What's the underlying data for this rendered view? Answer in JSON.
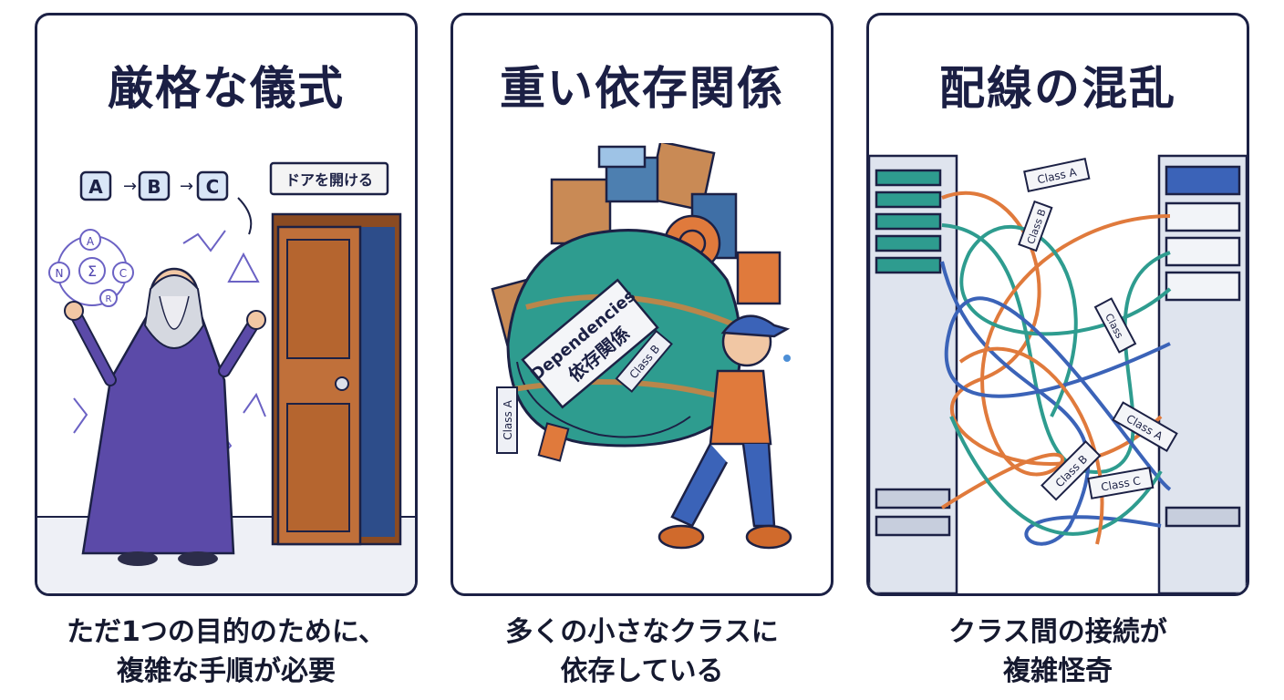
{
  "panels": [
    {
      "title": "厳格な儀式",
      "caption": [
        "ただ1つの目的のために、",
        "複雑な手順が必要"
      ],
      "flow": [
        "A",
        "B",
        "C"
      ],
      "sign": "ドアを開ける",
      "runes": [
        "A",
        "Σ",
        "C",
        "R",
        "Ν"
      ]
    },
    {
      "title": "重い依存関係",
      "caption": [
        "多くの小さなクラスに",
        "依存している"
      ],
      "bag_label": [
        "Dependencies",
        "依存関係"
      ],
      "tags": [
        "Class A",
        "Class B"
      ]
    },
    {
      "title": "配線の混乱",
      "caption": [
        "クラス間の接続が",
        "複雑怪奇"
      ],
      "tags": [
        "Class A",
        "Class B",
        "Class",
        "Class A",
        "Class B",
        "Class C"
      ]
    }
  ],
  "colors": {
    "outline": "#1c2145",
    "robe": "#5b4aa8",
    "door": "#c0703a",
    "teal": "#2e9c8f",
    "orange": "#e07a3c",
    "blue": "#3b63b8"
  }
}
